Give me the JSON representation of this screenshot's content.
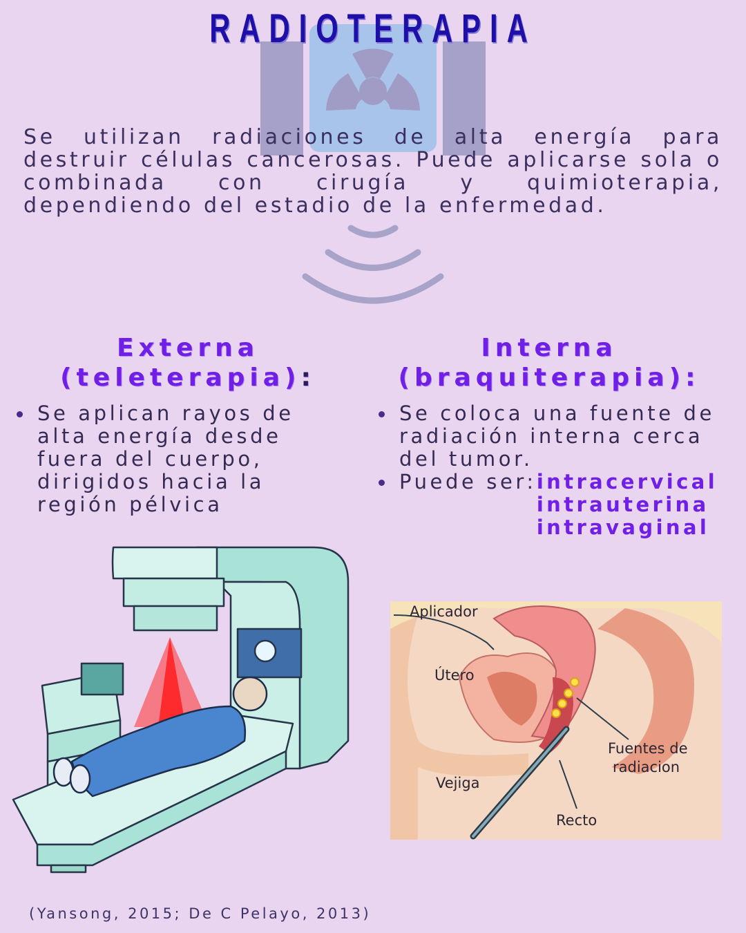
{
  "title": "RADIOTERAPIA",
  "intro": "Se utilizan radiaciones de alta energía para destruir células cancerosas. Puede aplicarse sola o combinada con cirugía y quimioterapia, dependiendo del estadio de la enfermedad.",
  "externa": {
    "heading_line1": "Externa",
    "heading_line2": "(teleterapia)",
    "colon": ":",
    "bullet": "Se aplican rayos de alta energía desde fuera del cuerpo, dirigidos hacia la región pélvica"
  },
  "interna": {
    "heading_line1": "Interna",
    "heading_line2": "(braquiterapia):",
    "bullet1": "Se coloca una fuente de radiación interna cerca del tumor.",
    "bullet2_prefix": "Puede ser:",
    "types": [
      "intracervical",
      "intrauterina",
      "intravaginal"
    ]
  },
  "diagram_labels": {
    "aplicador": "Aplicador",
    "utero": "Útero",
    "fuentes_line1": "Fuentes de",
    "fuentes_line2": "radiacion",
    "vejiga": "Vejiga",
    "recto": "Recto"
  },
  "icons": [
    "radiation-icon",
    "radiation-waves-icon",
    "linear-accelerator-illustration",
    "brachytherapy-anatomy-illustration"
  ],
  "colors": {
    "background": "#ead5f0",
    "title": "#1d0fa8",
    "heading": "#6f1fe6",
    "body_text": "#342a54"
  },
  "citation": "(Yansong, 2015; De C Pelayo, 2013)"
}
